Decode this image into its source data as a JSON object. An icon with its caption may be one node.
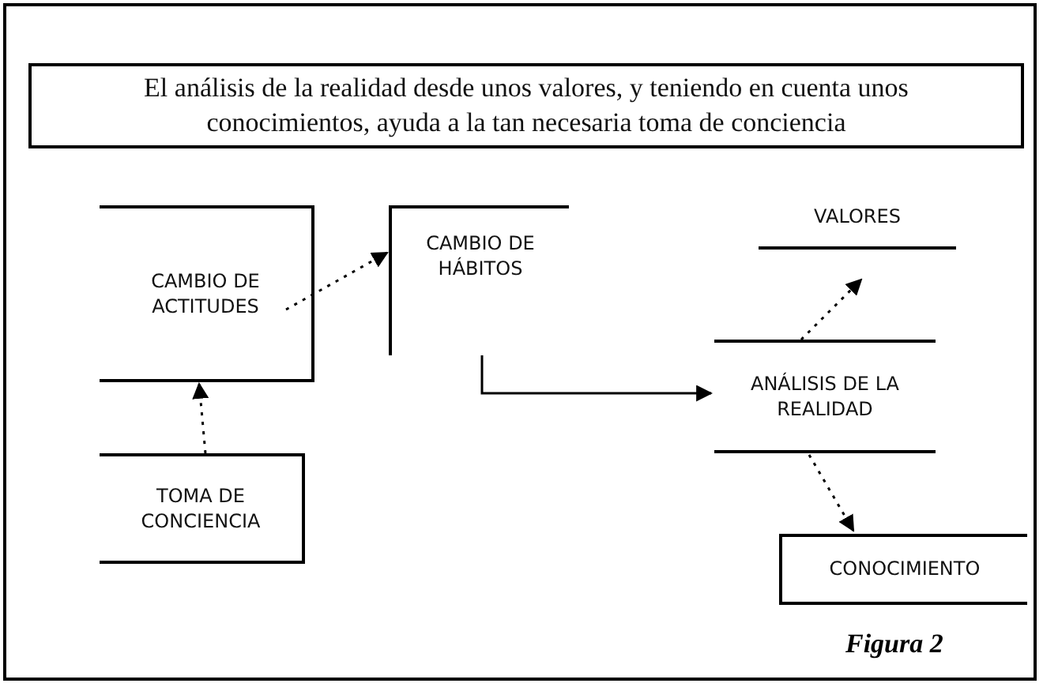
{
  "diagram": {
    "nodes": [
      {
        "text": [
          "El análisis de la realidad desde unos valores, y teniendo en cuenta unos conocimientos, ayuda a la tan necesaria toma de conciencia"
        ]
      },
      {
        "text": [
          "CAMBIO DE ACTITUDES"
        ]
      },
      {
        "text": [
          "CAMBIO DE HÁBITOS"
        ]
      },
      {
        "text": [
          "VALORES"
        ]
      },
      {
        "text": [
          "ANÁLISIS DE LA REALIDAD"
        ]
      },
      {
        "text": [
          "TOMA DE CONCIENCIA"
        ]
      },
      {
        "text": [
          "CONOCIMIENTO"
        ]
      }
    ],
    "edges": [
      {
        "from": 5,
        "to": 1,
        "arrow": "to",
        "style": "dashed"
      },
      {
        "from": 1,
        "to": 2,
        "arrow": "to",
        "style": "dashed"
      },
      {
        "from": 2,
        "to": 4,
        "arrow": "to"
      },
      {
        "from": 4,
        "to": 3,
        "arrow": "to",
        "style": "dashed"
      },
      {
        "from": 4,
        "to": 6,
        "arrow": "to",
        "style": "dashed"
      }
    ],
    "labels": [
      "Figura 2"
    ]
  }
}
